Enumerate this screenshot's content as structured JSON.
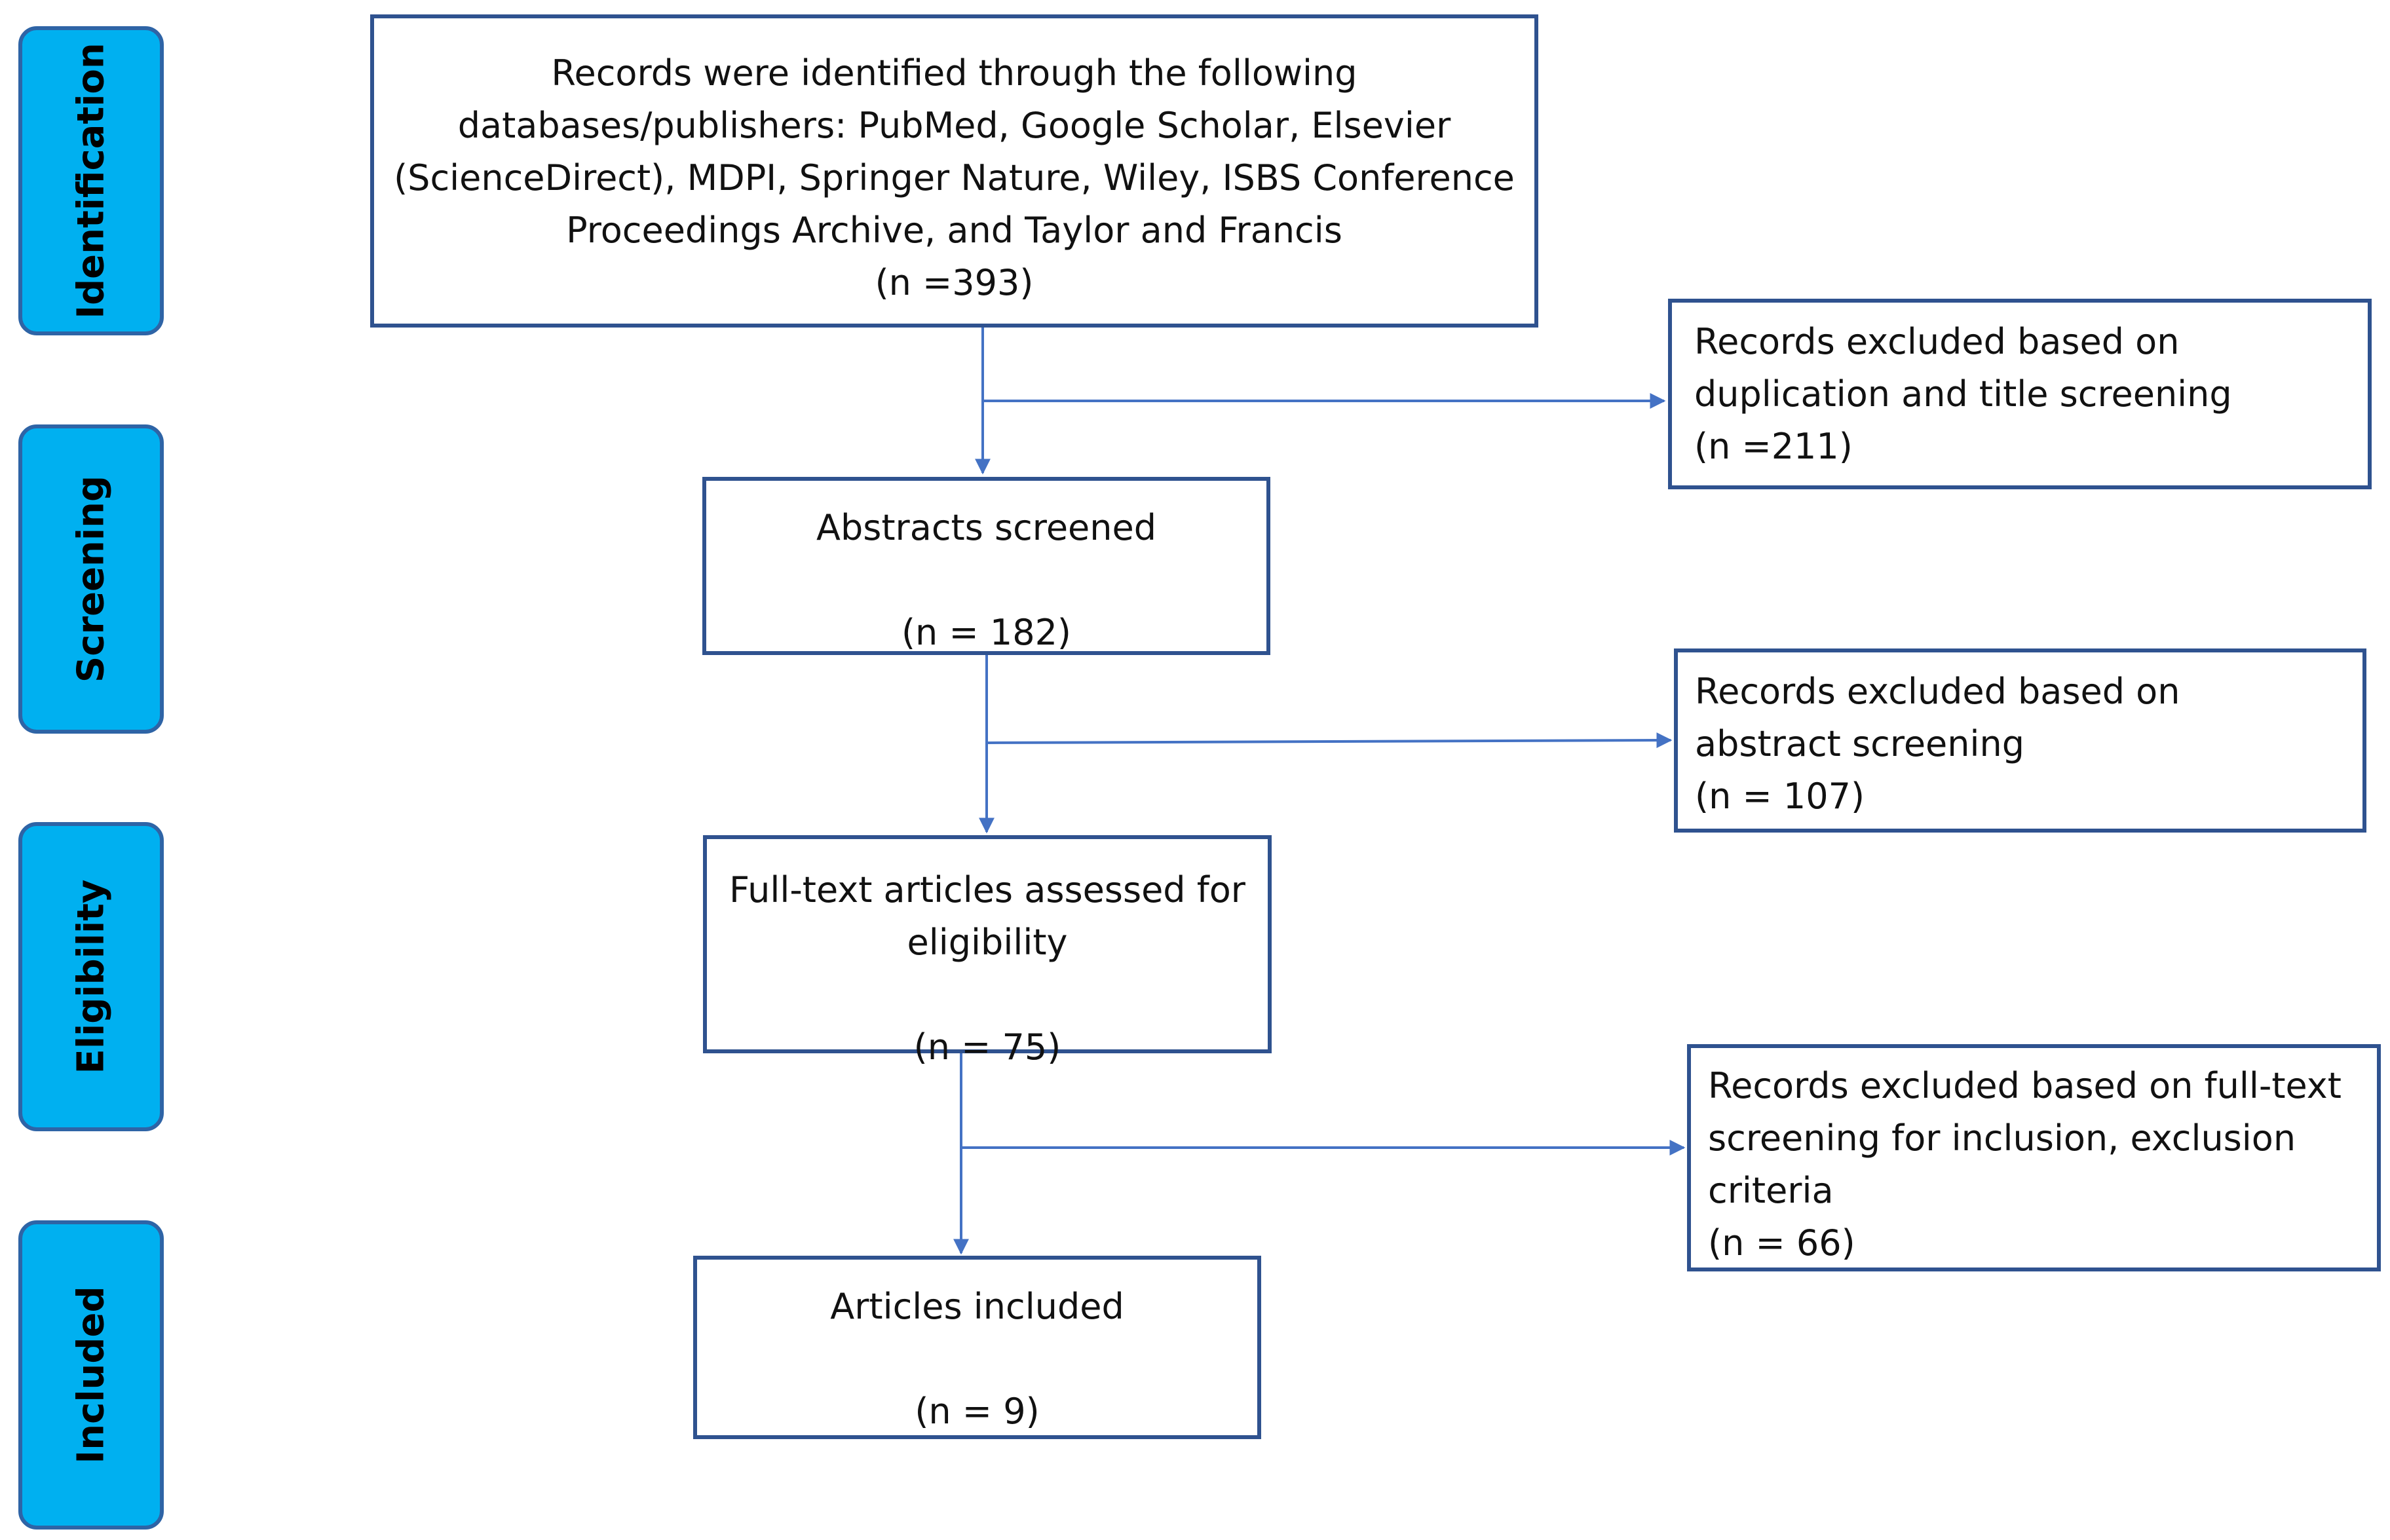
{
  "phases": {
    "identification": "Identification",
    "screening": "Screening",
    "eligibility": "Eligibility",
    "included": "Included"
  },
  "boxes": {
    "records_identified": {
      "lines": [
        "Records were identified through the following",
        "databases/publishers: PubMed, Google Scholar, Elsevier",
        "(ScienceDirect), MDPI, Springer Nature, Wiley, ISBS Conference",
        "Proceedings Archive, and Taylor and Francis"
      ],
      "count": "(n =393)"
    },
    "abstracts_screened": {
      "title": "Abstracts screened",
      "count": "(n = 182)"
    },
    "fulltext_assessed": {
      "lines": [
        "Full-text articles assessed for",
        "eligibility"
      ],
      "count": "(n = 75)"
    },
    "articles_included": {
      "title": "Articles included",
      "count": "(n = 9)"
    },
    "excluded_duplication": {
      "lines": [
        "Records excluded based on",
        "duplication and title screening"
      ],
      "count": "(n =211)"
    },
    "excluded_abstract": {
      "lines": [
        "Records excluded based on",
        "abstract screening"
      ],
      "count": "(n = 107)"
    },
    "excluded_fulltext": {
      "lines": [
        "Records excluded based on full-text",
        "screening for inclusion, exclusion",
        "criteria"
      ],
      "count": "(n = 66)"
    }
  },
  "colors": {
    "phase_fill": "#00b0f0",
    "phase_border": "#2e64a6",
    "box_border": "#2f528f",
    "arrow": "#4472c4"
  }
}
